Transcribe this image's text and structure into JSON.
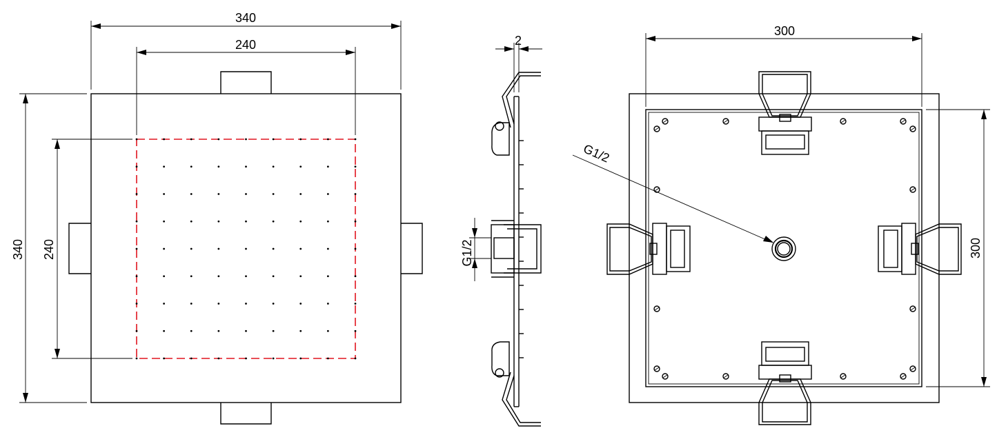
{
  "views": {
    "top": {
      "outer_width": "340",
      "inner_width": "240",
      "outer_height": "340",
      "inner_height": "240"
    },
    "side": {
      "thickness": "2",
      "thread": "G1/2"
    },
    "bottom": {
      "width": "300",
      "height": "300",
      "thread": "G1/2"
    }
  },
  "colors": {
    "line": "#000000",
    "spray_area": "#e0141e"
  },
  "nozzle_grid": {
    "rows": 9,
    "cols": 9
  }
}
